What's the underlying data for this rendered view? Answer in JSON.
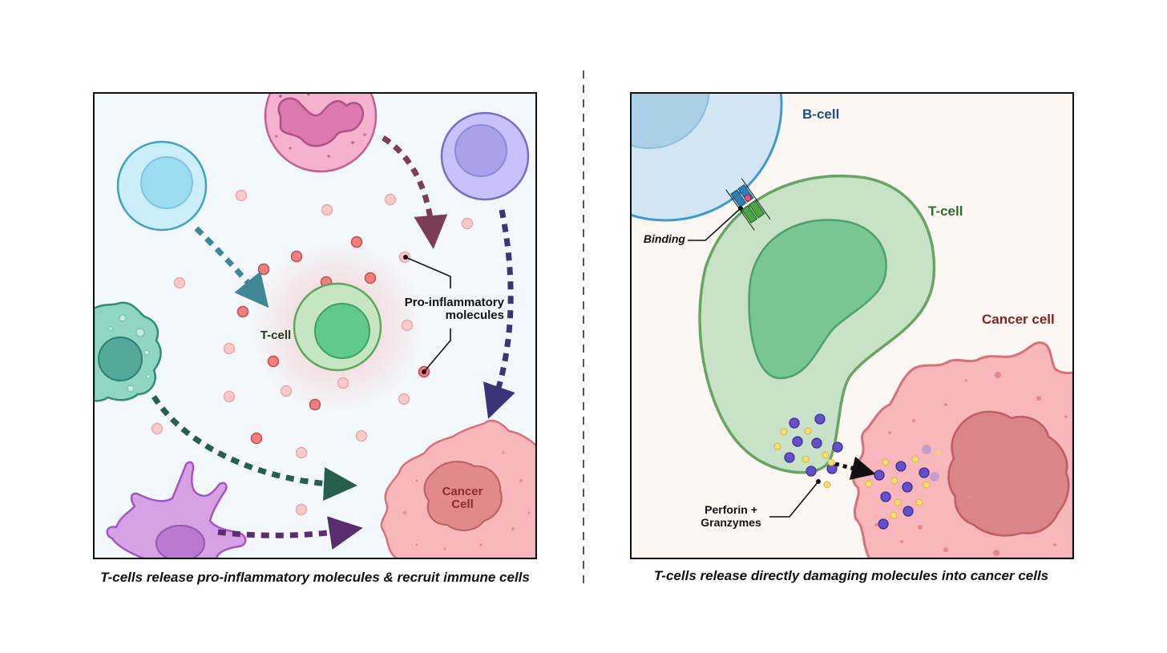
{
  "left_panel": {
    "tcell_label": "T-cell",
    "molecules_label_line1": "Pro-inflammatory",
    "molecules_label_line2": "molecules",
    "cancer_label_line1": "Cancer",
    "cancer_label_line2": "Cell",
    "caption": "T-cells release pro-inflammatory molecules & recruit immune cells"
  },
  "right_panel": {
    "bcell_label": "B-cell",
    "tcell_label": "T-cell",
    "cancer_label": "Cancer cell",
    "binding_label": "Binding",
    "perforin_line1": "Perforin +",
    "perforin_line2": "Granzymes",
    "caption": "T-cells release directly damaging molecules into cancer cells"
  },
  "colors": {
    "left_bg": "#f3f8fc",
    "right_bg": "#fdf7f4",
    "tcell_green": "#68b468",
    "cancer_pink": "#f5b8ba",
    "bcell_blue": "#3a9ad5",
    "molecule_red": "#e26a6a",
    "perforin_purple": "#6650c8",
    "granzyme_yellow": "#f6dc74"
  }
}
